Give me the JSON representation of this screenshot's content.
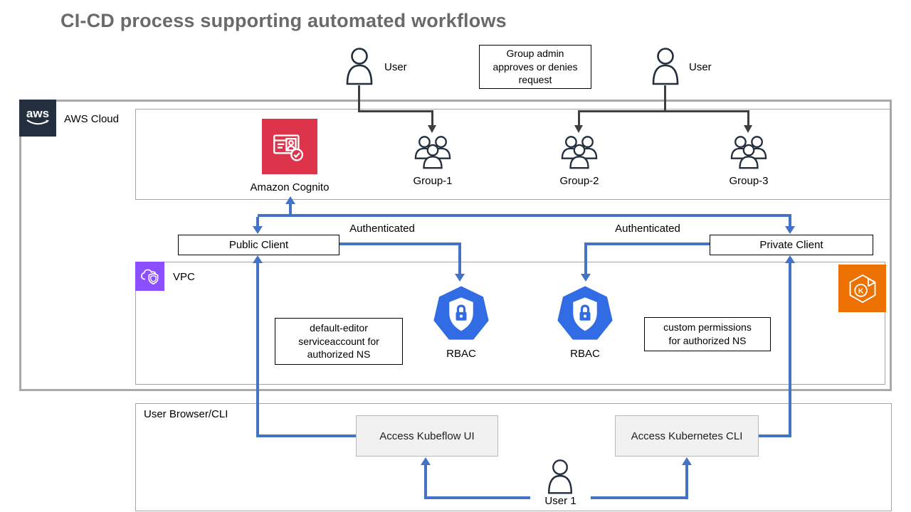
{
  "title": "CI-CD process supporting automated workflows",
  "top": {
    "user_left_label": "User",
    "user_right_label": "User",
    "admin_note": "Group admin approves or denies request"
  },
  "aws_cloud": {
    "logo_text": "aws",
    "label": "AWS Cloud"
  },
  "identity": {
    "cognito_label": "Amazon Cognito",
    "groups": [
      {
        "label": "Group-1"
      },
      {
        "label": "Group-2"
      },
      {
        "label": "Group-3"
      }
    ]
  },
  "clients": {
    "public_label": "Public Client",
    "private_label": "Private Client",
    "authenticated_left": "Authenticated",
    "authenticated_right": "Authenticated"
  },
  "vpc": {
    "label": "VPC",
    "rbac_left_label": "RBAC",
    "rbac_right_label": "RBAC",
    "note_left": "default-editor serviceaccount for authorized NS",
    "note_right": "custom permissions for authorized NS",
    "eks_letter": "K"
  },
  "browser": {
    "label": "User Browser/CLI",
    "kubeflow_button": "Access Kubeflow UI",
    "kubectl_button": "Access Kubernetes CLI",
    "user_bottom_label": "User 1"
  },
  "colors": {
    "arrow_blue": "#4472C4",
    "arrow_dark": "#3F3F3F",
    "cognito_red": "#DD344C",
    "vpc_purple": "#8C4FFF",
    "eks_orange": "#ED7100",
    "kubernetes_blue": "#326CE5",
    "aws_navy": "#232F3E"
  }
}
